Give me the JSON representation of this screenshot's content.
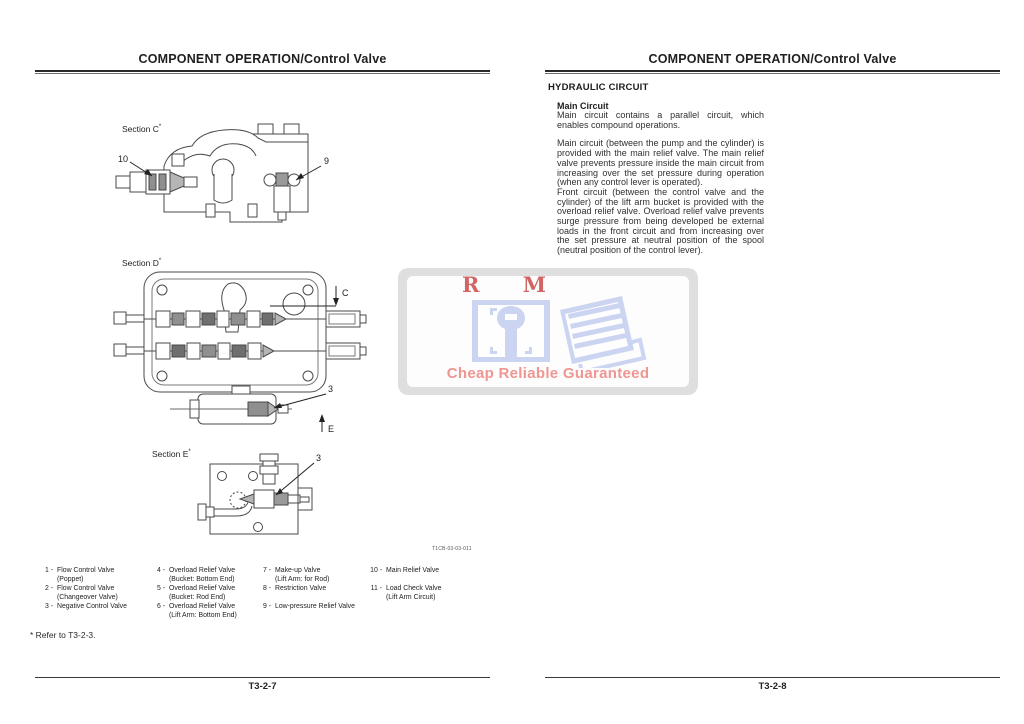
{
  "page_left": {
    "header_title": "COMPONENT OPERATION/Control Valve",
    "section_sup": "*",
    "sections": {
      "c": {
        "label": "Section C",
        "callouts": [
          "10",
          "9"
        ]
      },
      "d": {
        "label": "Section D",
        "callouts": [
          "C",
          "3",
          "E"
        ]
      },
      "e": {
        "label": "Section E",
        "callouts": [
          "3"
        ]
      }
    },
    "legend": {
      "col1": [
        {
          "num": "1 -",
          "line1": "Flow Control Valve",
          "line2": "(Poppet)"
        },
        {
          "num": "2 -",
          "line1": "Flow Control Valve",
          "line2": "(Changeover Valve)"
        },
        {
          "num": "3 -",
          "line1": "Negative Control Valve"
        }
      ],
      "col2": [
        {
          "num": "4 -",
          "line1": "Overload Relief Valve",
          "line2": "(Bucket: Bottom End)"
        },
        {
          "num": "5 -",
          "line1": "Overload Relief Valve",
          "line2": "(Bucket: Rod End)"
        },
        {
          "num": "6 -",
          "line1": "Overload Relief Valve",
          "line2": "(Lift Arm: Bottom End)"
        }
      ],
      "col3": [
        {
          "num": "7 -",
          "line1": "Make-up Valve",
          "line2": "(Lift Arm: for Rod)"
        },
        {
          "num": "8 -",
          "line1": "Restriction Valve"
        },
        {
          "num": "9 -",
          "line1": "Low-pressure Relief Valve"
        }
      ],
      "col4": [
        {
          "num": "10 -",
          "line1": "Main Relief Valve"
        },
        {
          "num": "11 -",
          "line1": "Load Check Valve",
          "line2": "(Lift Arm Circuit)"
        }
      ]
    },
    "drawing_code": "T1CB-03-03-011",
    "footnote": "* Refer to T3-2-3.",
    "footer": "T3-2-7"
  },
  "page_right": {
    "header_title": "COMPONENT OPERATION/Control Valve",
    "section_heading": "HYDRAULIC CIRCUIT",
    "sub_heading": "Main Circuit",
    "paragraphs": {
      "p1": "Main circuit contains a parallel circuit, which enables compound operations.",
      "p2": "Main circuit (between the pump and the cylinder) is provided with the main relief valve. The main relief valve prevents pressure inside the main circuit from increasing over the set pressure during operation (when any control lever is operated).",
      "p3": "Front circuit (between the control valve and the cylinder) of the lift arm bucket is provided with the overload relief valve. Overload relief valve prevents surge pressure from being developed be external loads in the front circuit and from increasing over the set pressure at neutral position of the spool (neutral position of the control lever)."
    },
    "footer": "T3-2-8"
  },
  "watermark": {
    "letters": "R M",
    "tagline": "Cheap Reliable Guaranteed",
    "colors": {
      "letters_red": "#c8403f",
      "tagline_pink": "#ef8a86",
      "icon_blue": "#c9d3f1",
      "frame_gray": "#d9d9d9"
    }
  }
}
